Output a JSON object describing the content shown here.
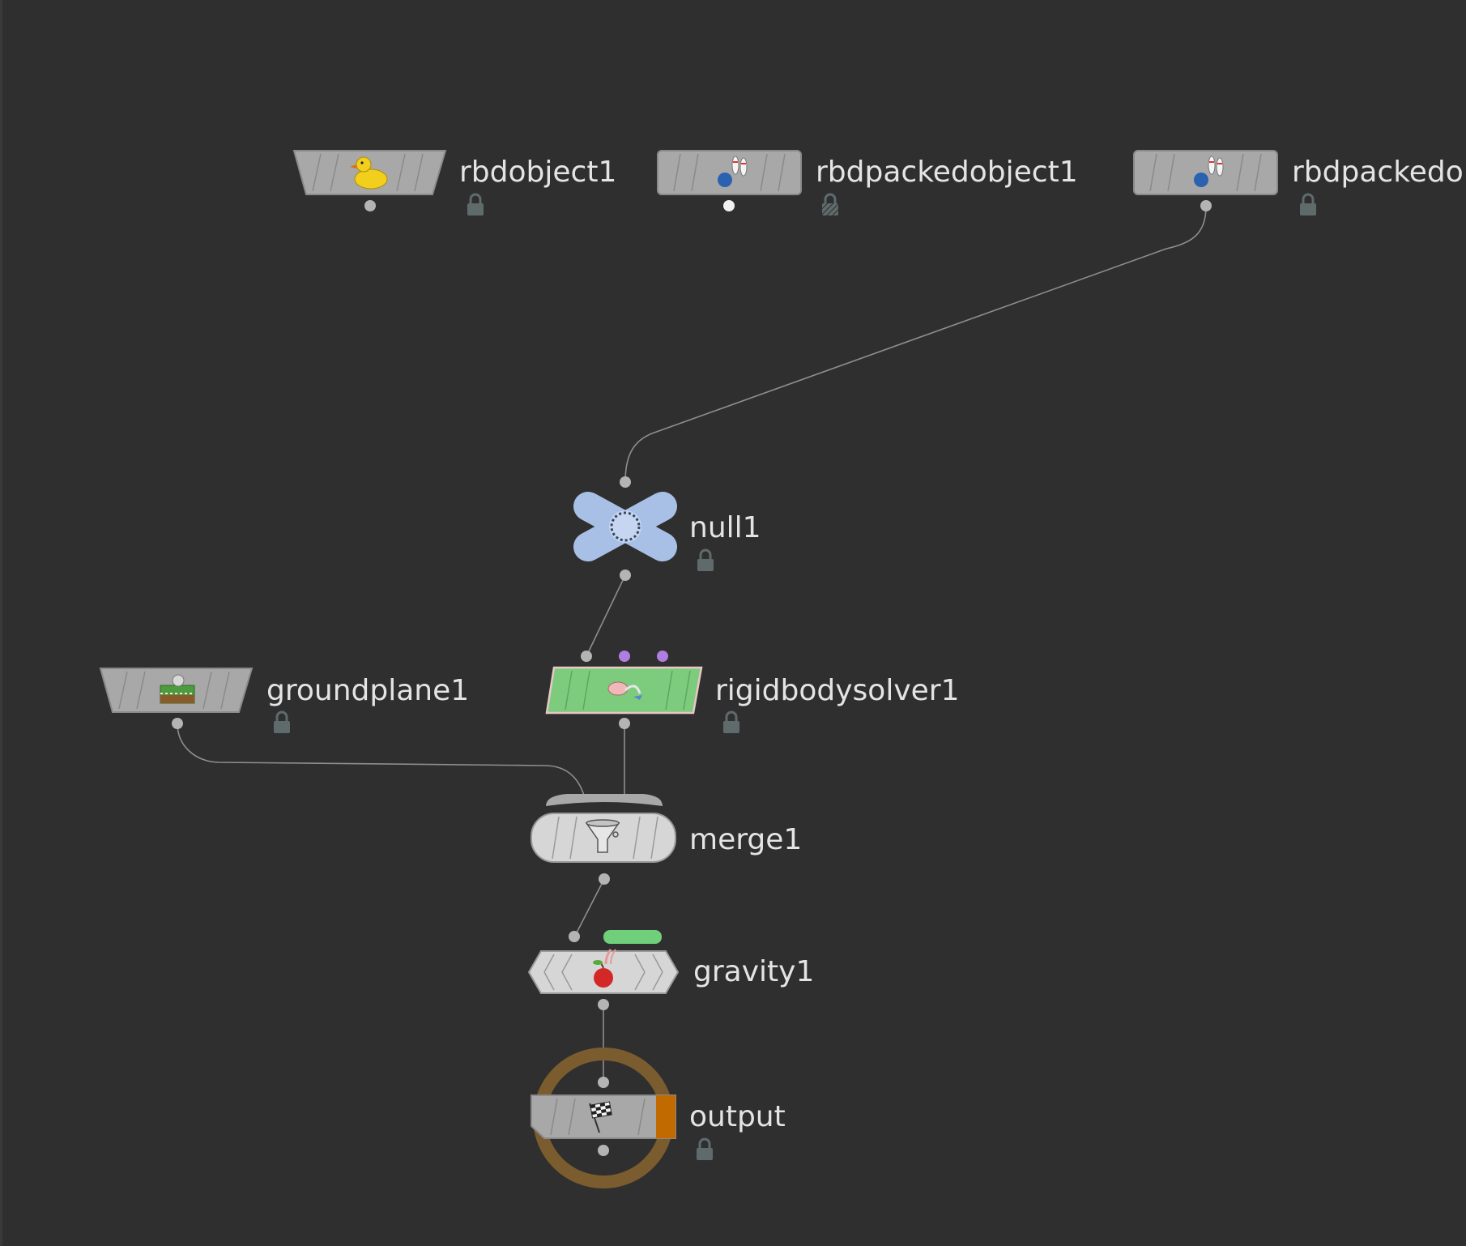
{
  "network": {
    "background": "#2f2f2f",
    "nodes": [
      {
        "id": "rbdobject1",
        "name": "rbdobject1",
        "icon": "rubber-duck-icon",
        "flags": [
          "lock"
        ]
      },
      {
        "id": "rbdpackedobject1",
        "name": "rbdpackedobject1",
        "icon": "bowling-pins-icon",
        "flags": [
          "lock-hatched"
        ]
      },
      {
        "id": "rbdpackedobject2",
        "name": "rbdpackedob",
        "icon": "bowling-pins-icon",
        "flags": [
          "lock"
        ]
      },
      {
        "id": "null1",
        "name": "null1",
        "icon": "null-circle-icon",
        "color": "#a9c0e6",
        "flags": [
          "lock"
        ]
      },
      {
        "id": "groundplane1",
        "name": "groundplane1",
        "icon": "ground-plane-icon",
        "flags": [
          "lock"
        ]
      },
      {
        "id": "rigidbodysolver1",
        "name": "rigidbodysolver1",
        "icon": "rigid-body-solver-icon",
        "color": "#7dcc7d",
        "flags": [
          "lock"
        ]
      },
      {
        "id": "merge1",
        "name": "merge1",
        "icon": "funnel-icon"
      },
      {
        "id": "gravity1",
        "name": "gravity1",
        "icon": "apple-gravity-icon"
      },
      {
        "id": "output",
        "name": "output",
        "icon": "checkered-flag-icon",
        "flags": [
          "lock"
        ],
        "output_flag_color": "#c06a00",
        "display_ring_color": "#7a5c2e"
      }
    ],
    "connections": [
      {
        "from": "rbdpackedobject2",
        "to": "null1"
      },
      {
        "from": "null1",
        "to": "rigidbodysolver1"
      },
      {
        "from": "groundplane1",
        "to": "merge1"
      },
      {
        "from": "rigidbodysolver1",
        "to": "merge1"
      },
      {
        "from": "merge1",
        "to": "gravity1"
      },
      {
        "from": "gravity1",
        "to": "output"
      }
    ],
    "colors": {
      "node_gray": "#a8a8a8",
      "node_light": "#d6d6d6",
      "connector": "#9a9a9a",
      "wire": "#8e8e8e",
      "lock": "#5f6b6b",
      "solver_inputs": "#b07ee0",
      "gravity_bar": "#6fcf7a"
    }
  }
}
